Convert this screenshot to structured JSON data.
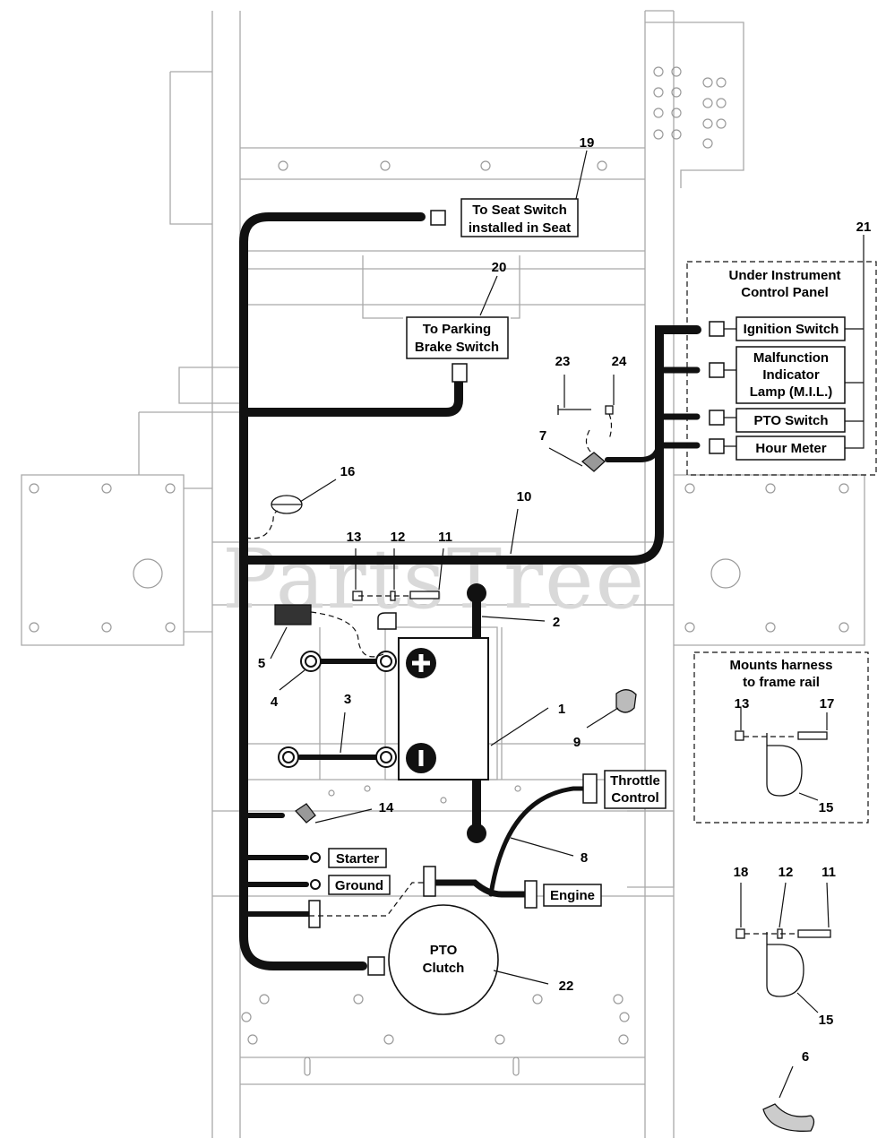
{
  "watermark": "PartsTree",
  "part_numbers": [
    "1",
    "2",
    "3",
    "4",
    "5",
    "6",
    "7",
    "8",
    "9",
    "10",
    "11",
    "12",
    "13",
    "14",
    "15",
    "16",
    "17",
    "18",
    "19",
    "20",
    "21",
    "22",
    "23",
    "24"
  ],
  "detail_numbers": {
    "a13": "13",
    "a17": "17",
    "a15": "15",
    "b18": "18",
    "b12": "12",
    "b11": "11",
    "b15": "15"
  },
  "callouts": {
    "seat_switch": [
      "To Seat Switch",
      "installed in Seat"
    ],
    "parking_brake": [
      "To Parking",
      "Brake Switch"
    ],
    "under_panel": [
      "Under Instrument",
      "Control Panel"
    ],
    "ignition": "Ignition Switch",
    "mil": [
      "Malfunction",
      "Indicator",
      "Lamp (M.I.L.)"
    ],
    "pto_switch": "PTO Switch",
    "hour_meter": "Hour Meter",
    "mounts": [
      "Mounts harness",
      "to frame rail"
    ],
    "throttle": [
      "Throttle",
      "Control"
    ],
    "starter": "Starter",
    "ground": "Ground",
    "engine": "Engine",
    "pto_clutch": [
      "PTO",
      "Clutch"
    ]
  }
}
